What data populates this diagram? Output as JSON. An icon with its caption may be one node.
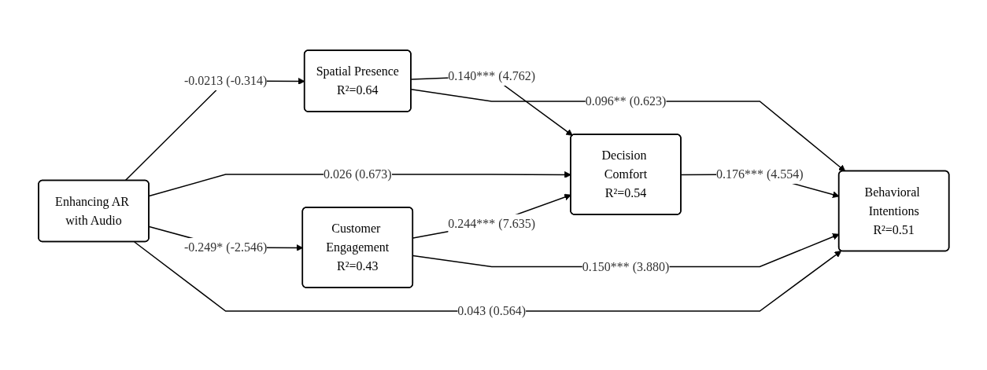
{
  "diagram": {
    "nodes": [
      {
        "text": [
          "Enhancing AR with Audio"
        ]
      },
      {
        "text": [
          "Spatial Presence",
          "R²=0.64"
        ]
      },
      {
        "text": [
          "Decision Comfort",
          "R²=0.54"
        ]
      },
      {
        "text": [
          "Customer Engagement",
          "R²=0.43"
        ]
      },
      {
        "text": [
          "Behavioral Intentions",
          "R²=0.51"
        ]
      }
    ],
    "edges": [
      {
        "from": 0,
        "to": 1,
        "arrow": "to",
        "label": "-0.0213 (-0.314)"
      },
      {
        "from": 0,
        "to": 2,
        "arrow": "to",
        "label": "0.026 (0.673)"
      },
      {
        "from": 0,
        "to": 3,
        "arrow": "to",
        "label": "-0.249* (-2.546)"
      },
      {
        "from": 1,
        "to": 2,
        "arrow": "to",
        "label": "0.140*** (4.762)"
      },
      {
        "from": 1,
        "to": 4,
        "arrow": "to",
        "label": "0.096** (0.623)"
      },
      {
        "from": 3,
        "to": 2,
        "arrow": "to",
        "label": "0.244*** (7.635)"
      },
      {
        "from": 3,
        "to": 4,
        "arrow": "to",
        "label": "0.150*** (3.880)"
      },
      {
        "from": 2,
        "to": 4,
        "arrow": "to",
        "label": "0.176*** (4.554)"
      },
      {
        "from": 0,
        "to": 4,
        "arrow": "to",
        "label": "0.043 (0.564)"
      }
    ]
  }
}
